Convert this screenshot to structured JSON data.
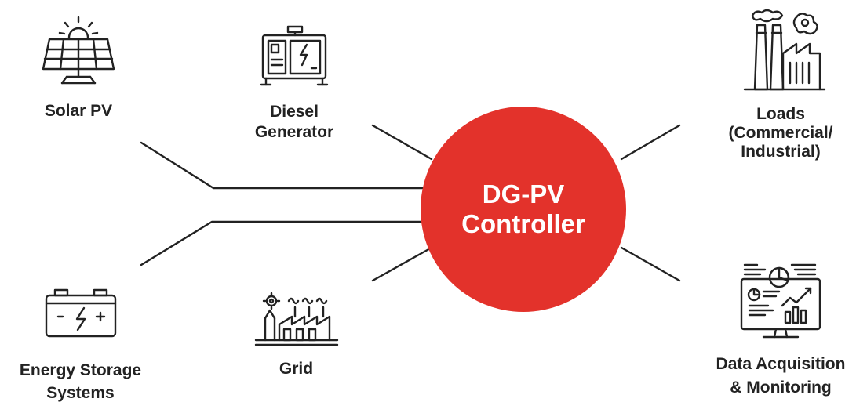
{
  "hub": {
    "line1": "DG-PV",
    "line2": "Controller",
    "color": "#e3322b"
  },
  "nodes": {
    "solar_pv": {
      "label": "Solar PV",
      "icon": "solar-panel-icon"
    },
    "diesel_generator": {
      "label_line1": "Diesel",
      "label_line2": "Generator",
      "icon": "diesel-generator-icon"
    },
    "loads": {
      "label_line1": "Loads",
      "label_line2": "(Commercial/",
      "label_line3": "Industrial)",
      "icon": "factory-icon"
    },
    "energy_storage": {
      "label_line1": "Energy Storage",
      "label_line2": "Systems",
      "icon": "battery-icon"
    },
    "grid": {
      "label": "Grid",
      "icon": "power-grid-icon"
    },
    "data_acquisition": {
      "label_line1": "Data Acquisition",
      "label_line2": "& Monitoring",
      "icon": "monitor-dashboard-icon"
    }
  },
  "colors": {
    "line": "#222222",
    "accent": "#e3322b",
    "background": "#ffffff"
  }
}
